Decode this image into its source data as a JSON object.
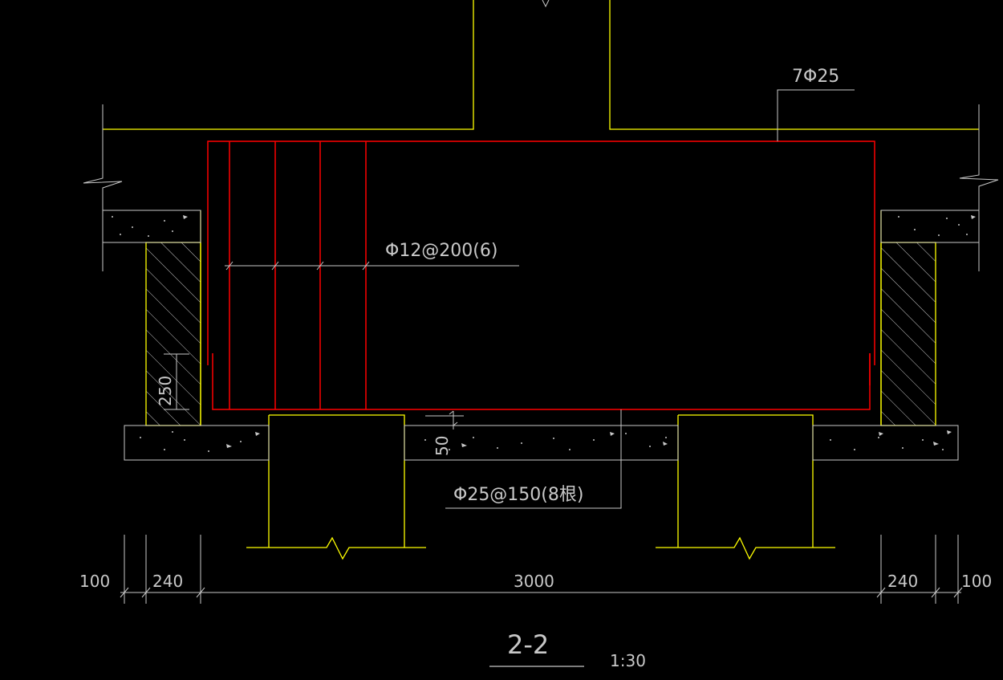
{
  "drawing": {
    "title": "2-2",
    "scale": "1:30",
    "labels": {
      "top_bar": "7Φ25",
      "stirrup": "Φ12@200(6)",
      "bottom_bar": "Φ25@150(8根)",
      "dim_250": "250",
      "dim_50": "50"
    },
    "dimensions": [
      "100",
      "240",
      "3000",
      "240",
      "100"
    ]
  },
  "colors": {
    "background": "#000000",
    "concrete_outline": "#ffff00",
    "rebar": "#ff0000",
    "dimension": "#c8c8c8"
  }
}
